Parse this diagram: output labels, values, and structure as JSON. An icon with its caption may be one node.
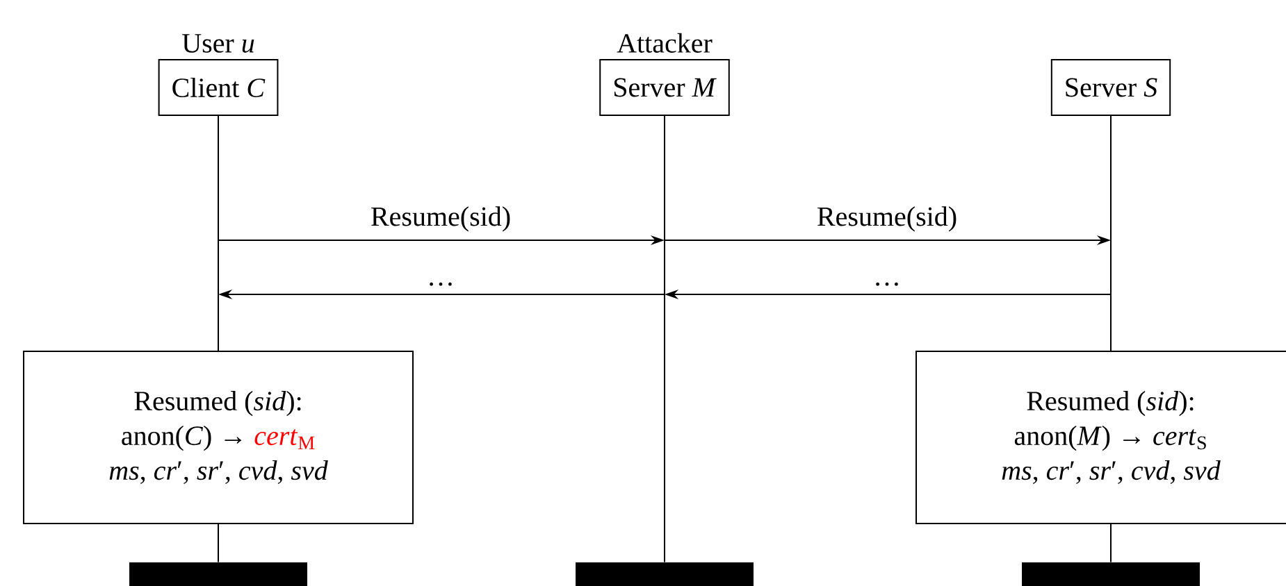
{
  "diagram": {
    "nodes": [
      {
        "text": [
          "Client *C*"
        ],
        "beside": [
          "User *u*"
        ]
      },
      {
        "text": [
          "Server *M*"
        ],
        "beside": [
          "Attacker"
        ]
      },
      {
        "text": [
          "Server *S*"
        ]
      },
      {
        "text": [
          "Resumed (*sid*):",
          "anon(*C*) →",
          "*cert*$_{M}$",
          "*ms*, *cr*′, *sr*′, *cvd*, *svd*"
        ]
      },
      {
        "text": [
          "Resumed (*sid*):",
          "anon(*M*) →",
          "*cert*$_{S}$",
          "*ms*, *cr*′, *sr*′, *cvd*, *svd*"
        ]
      },
      {
        "text": [],
        "shape": "bar"
      },
      {
        "text": [],
        "shape": "bar"
      },
      {
        "text": [],
        "shape": "bar"
      }
    ],
    "edges": [
      {
        "from": 0,
        "to": 3,
        "arrow": "none"
      },
      {
        "from": 3,
        "to": 5,
        "arrow": "none"
      },
      {
        "from": 1,
        "to": 6,
        "arrow": "none"
      },
      {
        "from": 2,
        "to": 4,
        "arrow": "none"
      },
      {
        "from": 4,
        "to": 7,
        "arrow": "none"
      }
    ],
    "labels": [
      "Resume(sid)",
      "Resume(sid)",
      "…",
      "…"
    ]
  }
}
